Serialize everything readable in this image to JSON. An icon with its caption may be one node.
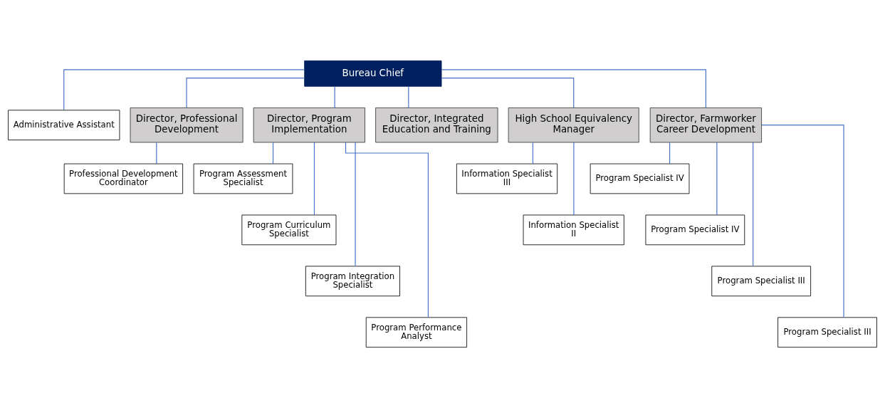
{
  "diagram": {
    "nodes": [
      {
        "text": [
          "Bureau Chief"
        ]
      },
      {
        "text": [
          "Administrative Assistant"
        ]
      },
      {
        "text": [
          "Director, Professional Development"
        ]
      },
      {
        "text": [
          "Director, Program Implementation"
        ]
      },
      {
        "text": [
          "Director, Integrated Education and Training"
        ]
      },
      {
        "text": [
          "High School Equivalency Manager"
        ]
      },
      {
        "text": [
          "Director, Farmworker Career Development"
        ]
      },
      {
        "text": [
          "Professional Development Coordinator"
        ]
      },
      {
        "text": [
          "Program Assessment Specialist"
        ]
      },
      {
        "text": [
          "Program Curriculum Specialist"
        ]
      },
      {
        "text": [
          "Program Integration Specialist"
        ]
      },
      {
        "text": [
          "Program Performance Analyst"
        ]
      },
      {
        "text": [
          "Information Specialist III"
        ]
      },
      {
        "text": [
          "Information Specialist II"
        ]
      },
      {
        "text": [
          "Program Specialist IV"
        ]
      },
      {
        "text": [
          "Program Specialist IV"
        ]
      },
      {
        "text": [
          "Program Specialist III"
        ]
      },
      {
        "text": [
          "Program Specialist III"
        ]
      }
    ],
    "edges": [
      {
        "from": 0,
        "to": 1,
        "arrow": "none"
      },
      {
        "from": 0,
        "to": 2,
        "arrow": "none"
      },
      {
        "from": 0,
        "to": 3,
        "arrow": "none"
      },
      {
        "from": 0,
        "to": 4,
        "arrow": "none"
      },
      {
        "from": 0,
        "to": 5,
        "arrow": "none"
      },
      {
        "from": 0,
        "to": 6,
        "arrow": "none"
      },
      {
        "from": 2,
        "to": 7,
        "arrow": "none"
      },
      {
        "from": 3,
        "to": 8,
        "arrow": "none"
      },
      {
        "from": 3,
        "to": 9,
        "arrow": "none"
      },
      {
        "from": 3,
        "to": 10,
        "arrow": "none"
      },
      {
        "from": 3,
        "to": 11,
        "arrow": "none"
      },
      {
        "from": 5,
        "to": 12,
        "arrow": "none"
      },
      {
        "from": 5,
        "to": 13,
        "arrow": "none"
      },
      {
        "from": 6,
        "to": 14,
        "arrow": "none"
      },
      {
        "from": 6,
        "to": 15,
        "arrow": "none"
      },
      {
        "from": 6,
        "to": 16,
        "arrow": "none"
      },
      {
        "from": 6,
        "to": 17,
        "arrow": "none"
      }
    ]
  }
}
